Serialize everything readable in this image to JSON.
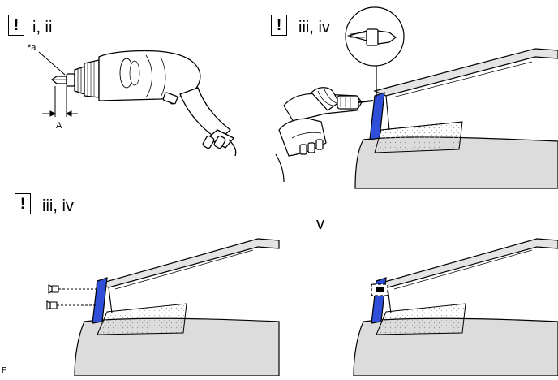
{
  "panels": [
    {
      "id": "drill-bit-check",
      "caution_mark": "!",
      "step": "i, ii",
      "callout": "*a",
      "dimension_label": "A"
    },
    {
      "id": "drill-rivet",
      "caution_mark": "!",
      "step": "iii, iv"
    },
    {
      "id": "remove-rivets",
      "caution_mark": "!",
      "step": "iii, iv"
    },
    {
      "id": "install-rivet",
      "step": "v"
    }
  ],
  "figure_code": "P",
  "colors": {
    "highlight": "#2f4fd8",
    "panel_fill": "#dcdcdc",
    "line": "#000000"
  }
}
